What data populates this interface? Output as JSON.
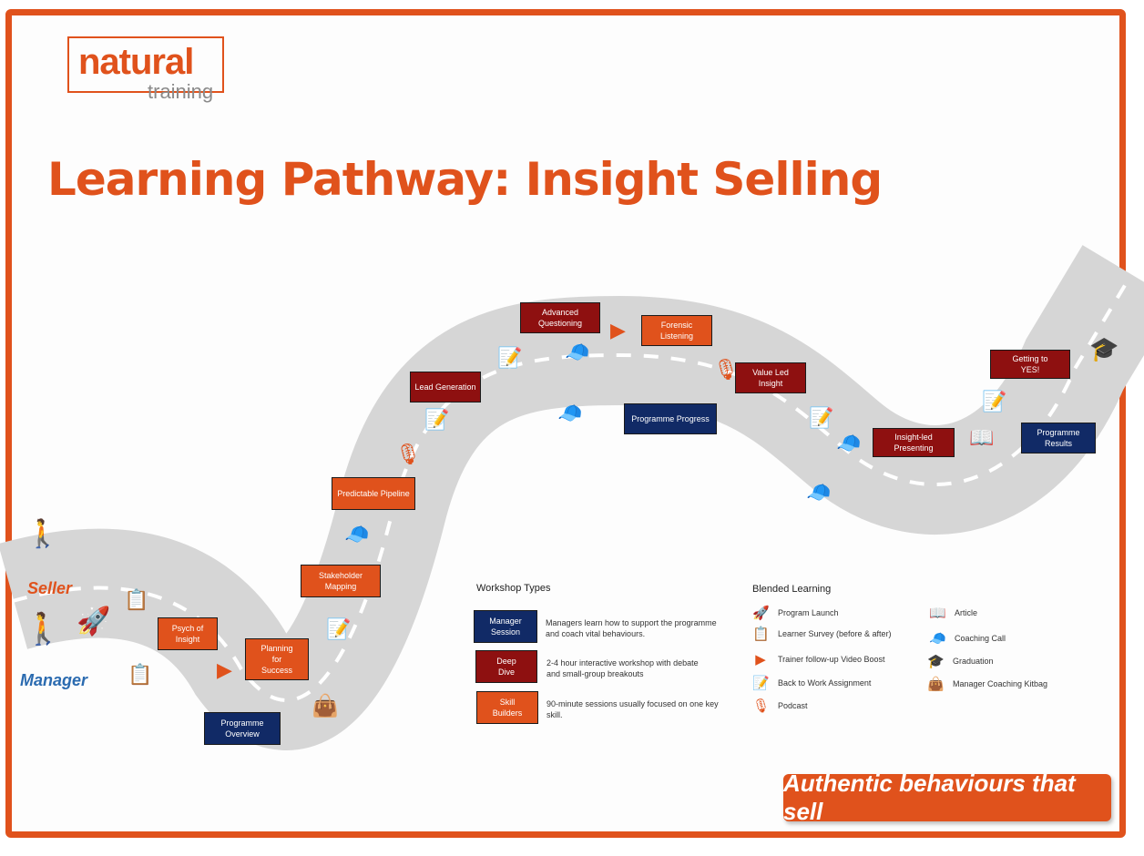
{
  "logo": {
    "main": "natural",
    "sub": "training"
  },
  "title": "Learning Pathway:  Insight Selling",
  "people": {
    "seller": "Seller",
    "manager": "Manager"
  },
  "stages": {
    "programme_overview": "Programme Overview",
    "psych_of_insight": "Psych of Insight",
    "planning_for_success": "Planning for Success",
    "stakeholder_mapping": "Stakeholder Mapping",
    "predictable_pipeline": "Predictable Pipeline",
    "lead_generation": "Lead Generation",
    "advanced_questioning": "Advanced Questioning",
    "forensic_listening": "Forensic Listening",
    "programme_progress": "Programme Progress",
    "value_led_insight": "Value Led Insight",
    "insight_led_presenting": "Insight-led Presenting",
    "getting_to_yes": "Getting to YES!",
    "programme_results": "Programme Results"
  },
  "workshop_types": {
    "heading": "Workshop Types",
    "manager_session": {
      "label": "Manager Session",
      "desc": "Managers learn how to support the programme and coach vital behaviours."
    },
    "deep_dive": {
      "label": "Deep Dive",
      "desc": "2-4 hour interactive workshop with debate and small-group breakouts"
    },
    "skill_builders": {
      "label": "Skill Builders",
      "desc": "90-minute sessions usually focused on one key skill."
    }
  },
  "blended_learning": {
    "heading": "Blended Learning",
    "items": [
      {
        "label": "Program Launch",
        "icon": "rocket-icon"
      },
      {
        "label": "Learner Survey (before & after)",
        "icon": "survey-icon"
      },
      {
        "label": "Trainer follow-up Video Boost",
        "icon": "play-icon"
      },
      {
        "label": "Back to Work Assignment",
        "icon": "assignment-icon"
      },
      {
        "label": "Podcast",
        "icon": "microphone-icon"
      },
      {
        "label": "Article",
        "icon": "book-icon"
      },
      {
        "label": "Coaching Call",
        "icon": "cap-icon"
      },
      {
        "label": "Graduation",
        "icon": "graduation-cap-icon"
      },
      {
        "label": "Manager Coaching Kitbag",
        "icon": "kitbag-icon"
      }
    ]
  },
  "tagline": "Authentic behaviours that sell",
  "colors": {
    "orange": "#e0521c",
    "deep_red": "#8e1010",
    "navy": "#112a66",
    "blue": "#2b6bb0",
    "road": "#d6d6d6"
  }
}
